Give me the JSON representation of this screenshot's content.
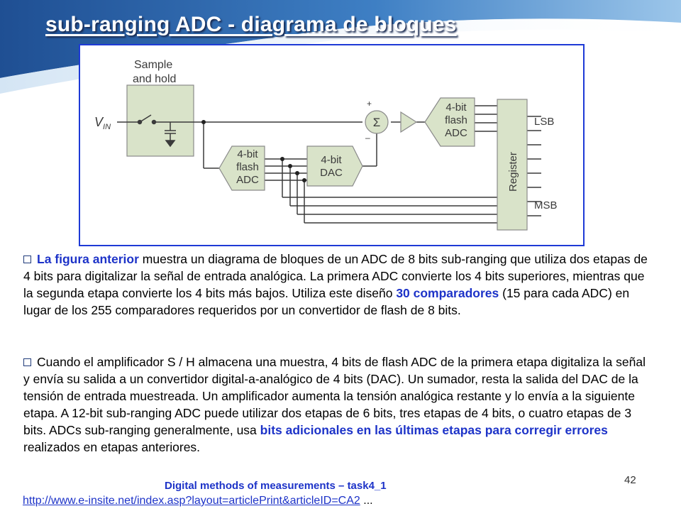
{
  "slide": {
    "title": "sub-ranging ADC - diagrama de bloques",
    "page_number": "42"
  },
  "diagram": {
    "sh_label_1": "Sample",
    "sh_label_2": "and hold",
    "vin_label": "V",
    "vin_sub": "IN",
    "plus_sign": "+",
    "minus_sign": "–",
    "sigma": "Σ",
    "flash1_l1": "4-bit",
    "flash1_l2": "flash",
    "flash1_l3": "ADC",
    "flash2_l1": "4-bit",
    "flash2_l2": "flash",
    "flash2_l3": "ADC",
    "dac_l1": "4-bit",
    "dac_l2": "DAC",
    "register_label": "Register",
    "lsb_label": "LSB",
    "msb_label": "MSB"
  },
  "paragraph1": {
    "highlight": "La figura anterior",
    "text_a": " muestra un diagrama de bloques de un ADC de 8 bits sub-ranging que utiliza dos etapas de 4 bits para digitalizar la señal de entrada analógica. La primera ADC convierte los 4 bits superiores, mientras que la segunda etapa convierte los 4 bits más bajos. Utiliza este diseño ",
    "highlight2": "30 comparadores",
    "text_b": " (15 para cada ADC) en lugar de los 255 comparadores requeridos por un convertidor de flash de 8 bits."
  },
  "paragraph2": {
    "text_a": "Cuando el amplificador S / H almacena una muestra, 4 bits de flash ADC de la primera etapa  digitaliza la señal y envía su salida a un convertidor digital-a-analógico de 4 bits (DAC). Un sumador, resta la salida del DAC de la tensión de entrada muestreada. Un amplificador aumenta la tensión analógica restante y lo envía a la siguiente etapa. A 12-bit sub-ranging ADC puede utilizar dos etapas de 6 bits, tres etapas de 4 bits, o cuatro etapas de 3 bits. ADCs sub-ranging generalmente, usa  ",
    "highlight": "bits adicionales en las últimas etapas para corregir errores",
    "text_b": " realizados en etapas anteriores."
  },
  "footer": {
    "course_title": "Digital methods of measurements – task4_1",
    "source_url": "http://www.e-insite.net/index.asp?layout=articlePrint&articleID=CA2",
    "source_suffix": " ..."
  },
  "colors": {
    "accent_blue": "#1d33c8",
    "header_blue": "#2b63a8",
    "block_fill": "#d9e3c9"
  }
}
